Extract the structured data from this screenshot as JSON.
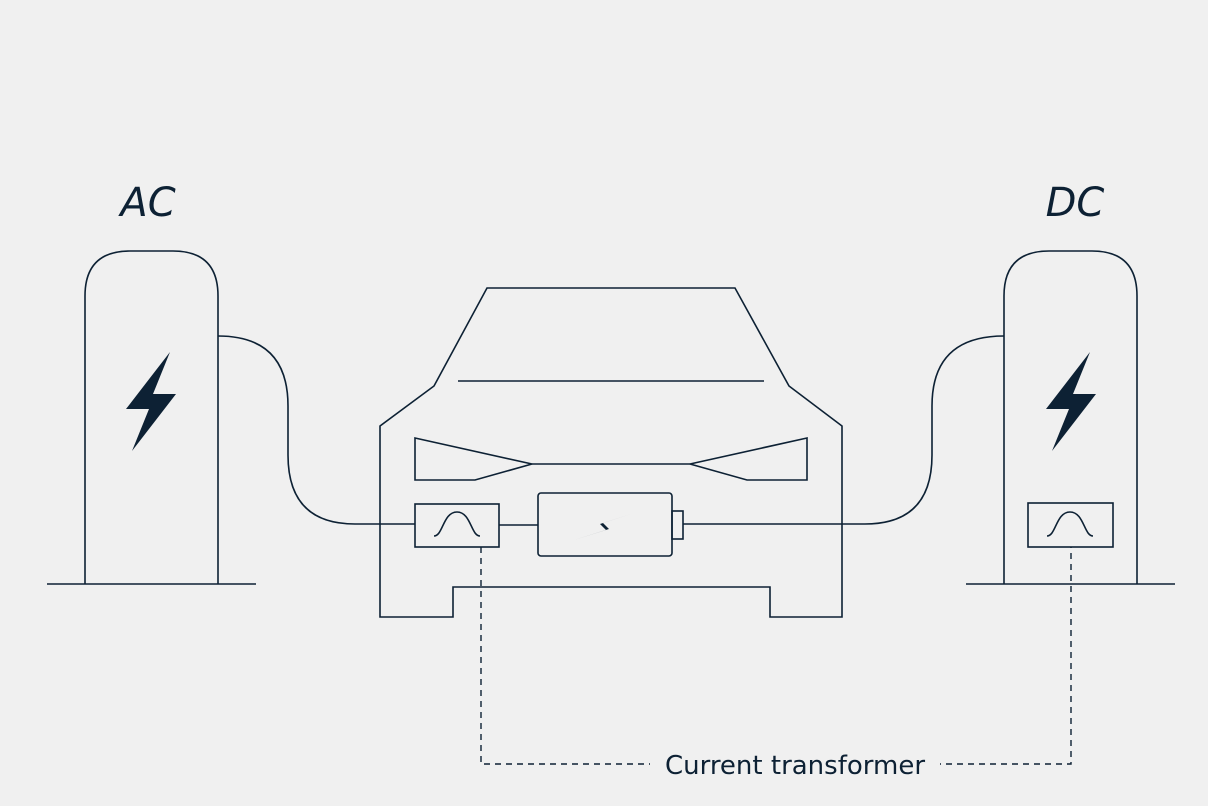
{
  "labels": {
    "ac": "AC",
    "dc": "DC",
    "current_transformer": "Current transformer"
  },
  "colors": {
    "background": "#f0f0f0",
    "line": "#0d2134"
  },
  "icons": {
    "charger_bolt": "lightning-bolt-icon",
    "battery": "battery-icon",
    "converter": "sine-wave-icon"
  }
}
